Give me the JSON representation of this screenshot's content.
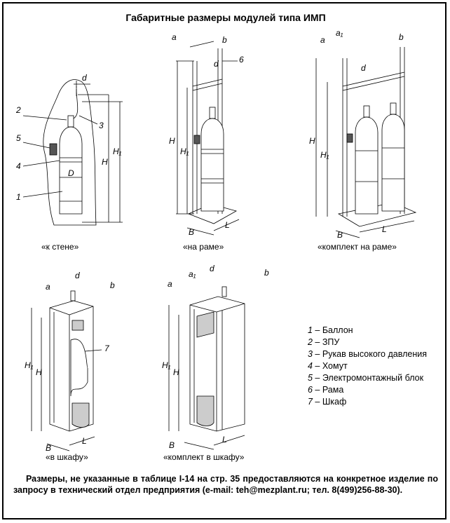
{
  "title": "Габаритные размеры модулей типа ИМП",
  "captions": {
    "wall": "«к стене»",
    "frame": "«на раме»",
    "frame_set": "«комплект на раме»",
    "cabinet": "«в шкафу»",
    "cabinet_set": "«комплект в шкафу»"
  },
  "dims": {
    "a": "a",
    "a1": "a₁",
    "b": "b",
    "d": "d",
    "D": "D",
    "H": "H",
    "H1": "H₁",
    "L": "L",
    "B": "B"
  },
  "callouts": [
    "1",
    "2",
    "3",
    "4",
    "5",
    "6",
    "7"
  ],
  "legend": [
    {
      "num": "1",
      "label": " – Баллон"
    },
    {
      "num": "2",
      "label": " – ЗПУ"
    },
    {
      "num": "3",
      "label": " – Рукав высокого давления"
    },
    {
      "num": "4",
      "label": " – Хомут"
    },
    {
      "num": "5",
      "label": " – Электромонтажный блок"
    },
    {
      "num": "6",
      "label": " – Рама"
    },
    {
      "num": "7",
      "label": " – Шкаф"
    }
  ],
  "footer": "Размеры, не указанные в таблице I-14 на стр. 35 предоставляются на конкретное изделие по запросу в технический отдел предприятия (e-mail: teh@mezplant.ru; тел. 8(499)256-88-30)."
}
